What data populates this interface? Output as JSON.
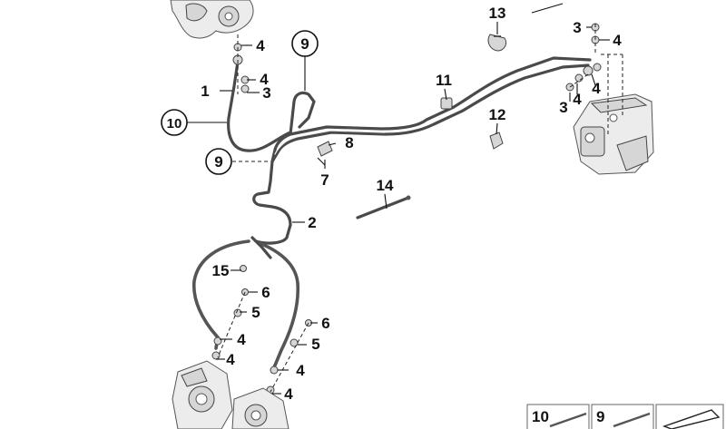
{
  "callouts": {
    "c1": "1",
    "c2": "2",
    "c3a": "3",
    "c3b": "3",
    "c3c": "3",
    "c4a": "4",
    "c4b": "4",
    "c4c": "4",
    "c4d": "4",
    "c4e": "4",
    "c4f": "4",
    "c4g": "4",
    "c4h": "4",
    "c4i": "4",
    "c5a": "5",
    "c5b": "5",
    "c6a": "6",
    "c6b": "6",
    "c7": "7",
    "c8": "8",
    "c9a": "9",
    "c9b": "9",
    "c10": "10",
    "c11": "11",
    "c12": "12",
    "c13": "13",
    "c14": "14",
    "c15": "15"
  },
  "legend": {
    "cell1": "10",
    "cell2": "9"
  }
}
